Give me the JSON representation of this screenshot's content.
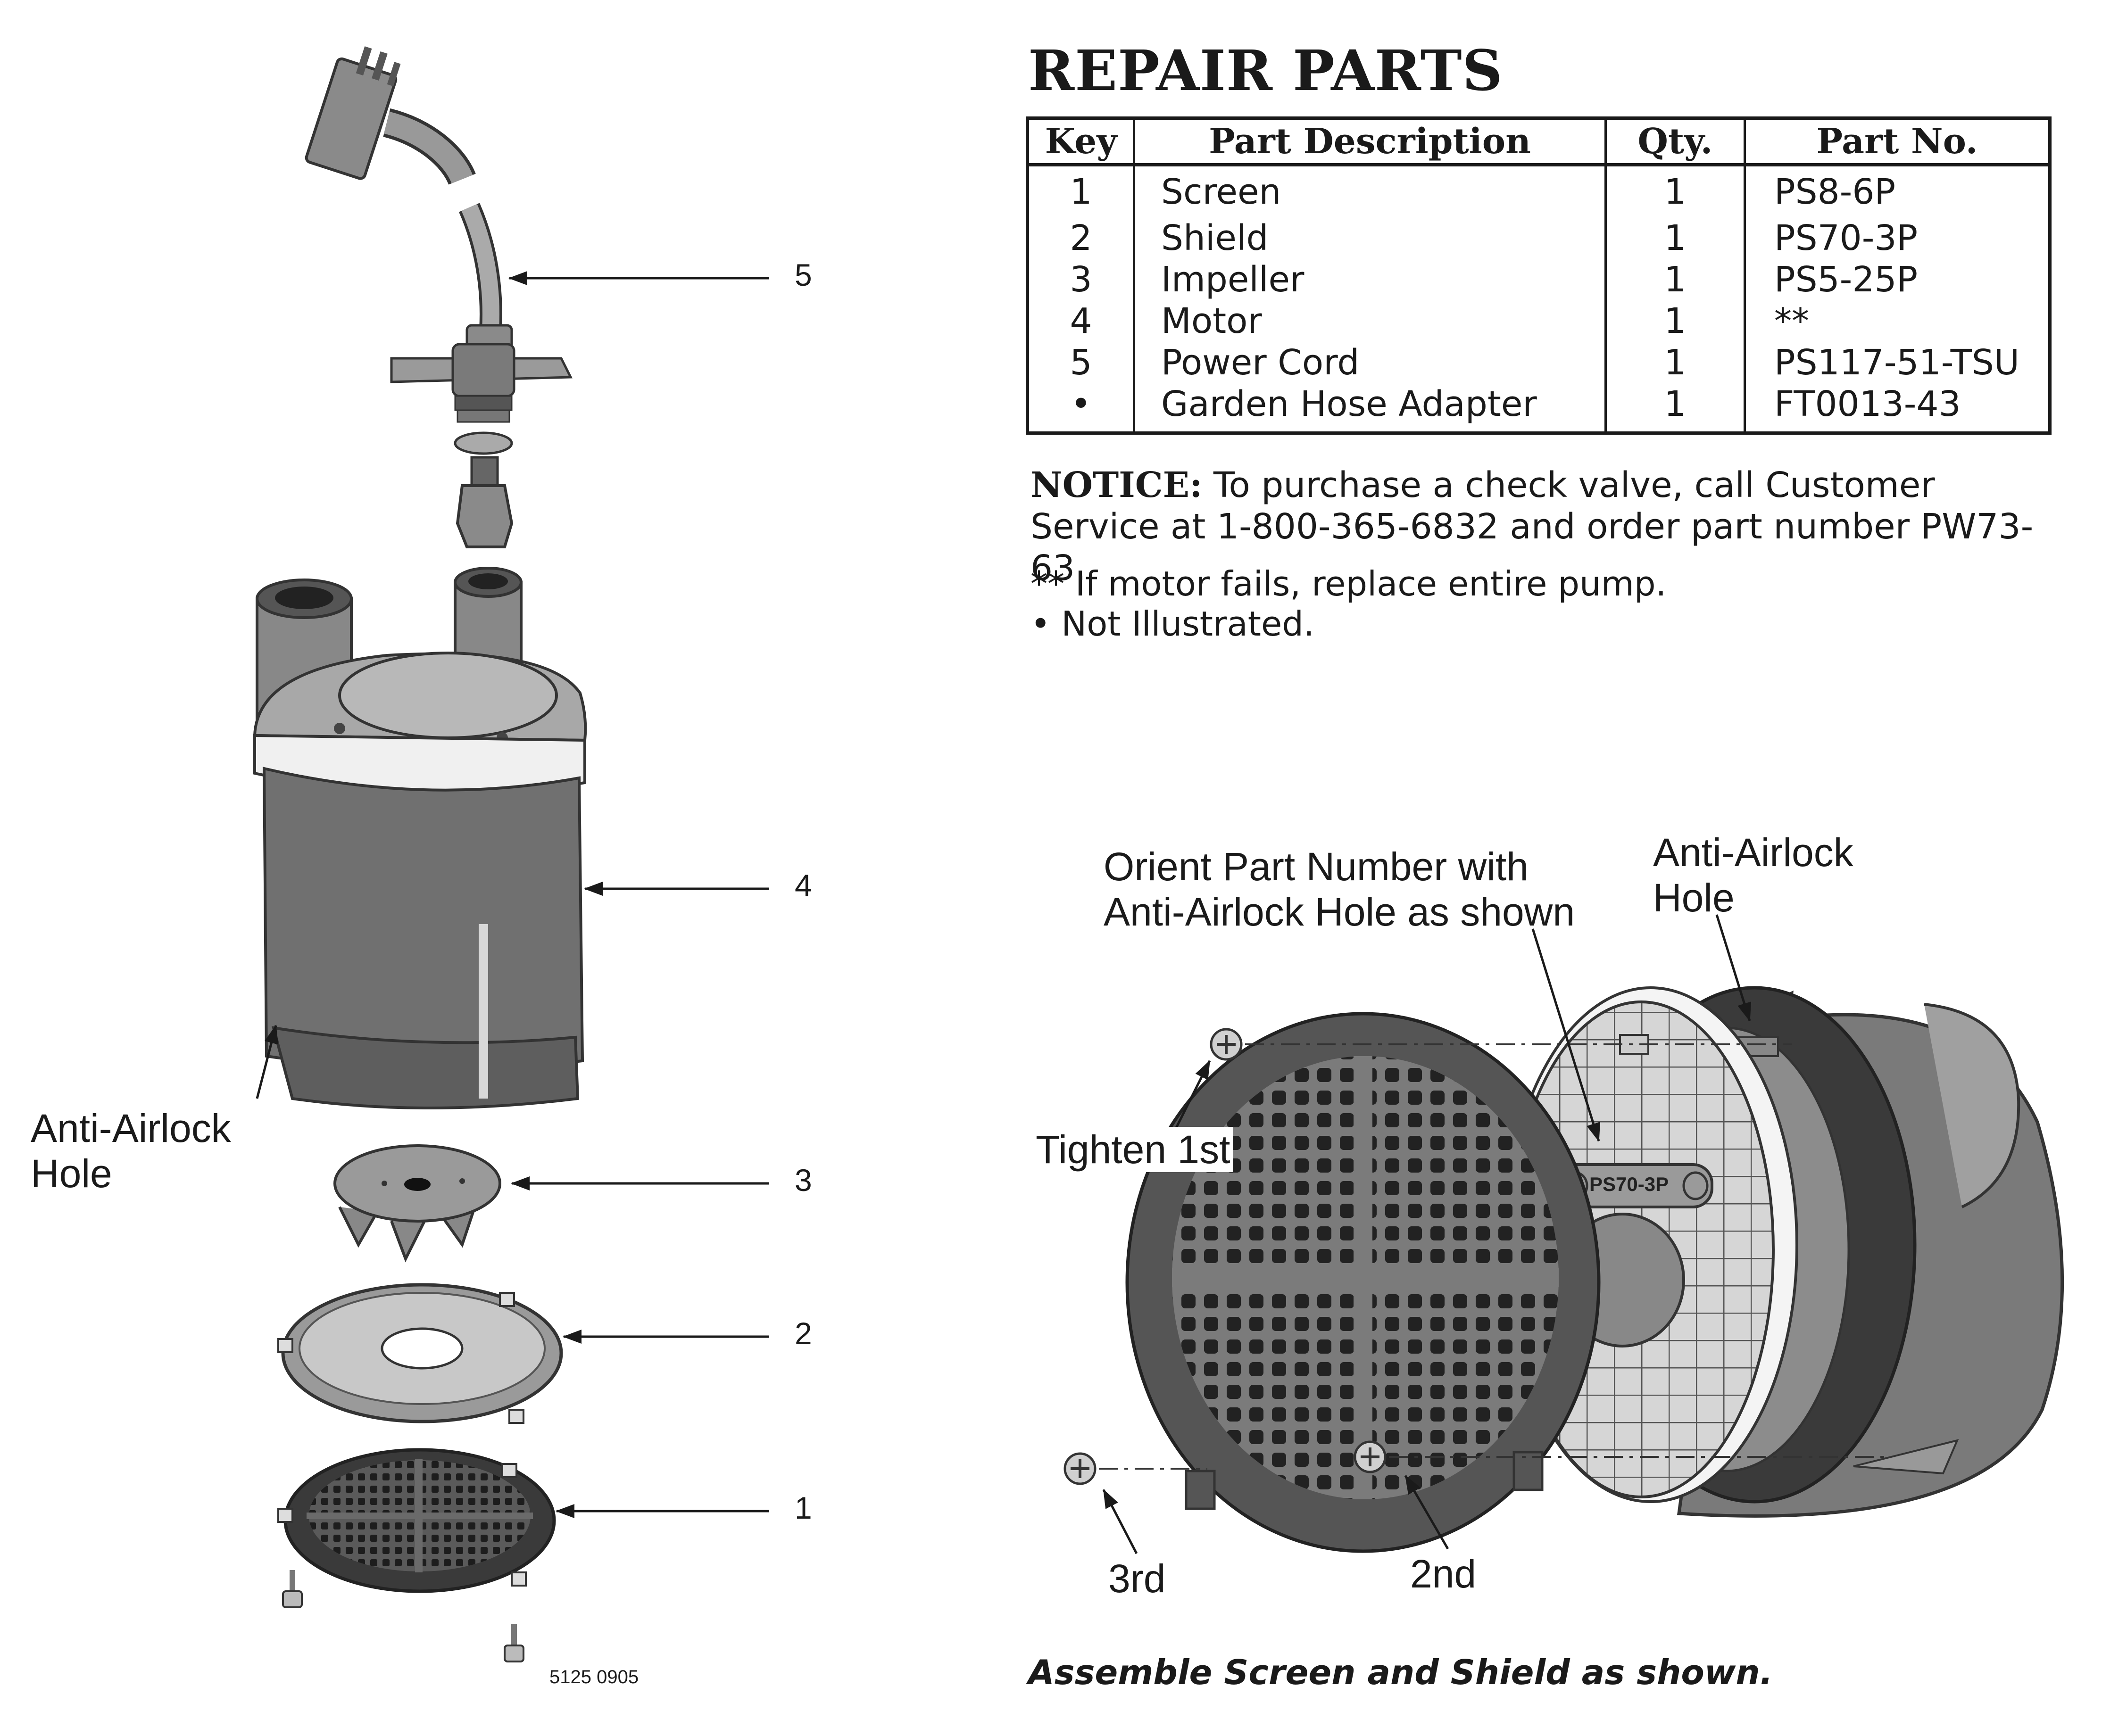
{
  "title": "REPAIR PARTS",
  "table": {
    "headers": [
      "Key",
      "Part Description",
      "Qty.",
      "Part No."
    ],
    "rows": [
      {
        "key": "1",
        "description": "Screen",
        "qty": "1",
        "part_no": "PS8-6P"
      },
      {
        "key": "2",
        "description": "Shield",
        "qty": "1",
        "part_no": "PS70-3P"
      },
      {
        "key": "3",
        "description": "Impeller",
        "qty": "1",
        "part_no": "PS5-25P"
      },
      {
        "key": "4",
        "description": "Motor",
        "qty": "1",
        "part_no": "**"
      },
      {
        "key": "5",
        "description": "Power Cord",
        "qty": "1",
        "part_no": "PS117-51-TSU"
      },
      {
        "key": "•",
        "description": "Garden Hose Adapter",
        "qty": "1",
        "part_no": "FT0013-43"
      }
    ]
  },
  "notice": {
    "label": "NOTICE:",
    "text": " To purchase a check valve, call Customer Service at 1-800-365-6832 and order part number PW73-63."
  },
  "footnotes": {
    "motor": "** If motor fails, replace entire pump.",
    "not_illustrated": "• Not Illustrated."
  },
  "exploded_view": {
    "callouts": {
      "cord": "5",
      "motor": "4",
      "impeller": "3",
      "shield": "2",
      "screen": "1"
    },
    "airlock_label_line1": "Anti-Airlock",
    "airlock_label_line2": "Hole",
    "drawing_code": "5125 0905"
  },
  "assembly_view": {
    "orient_line1": "Orient Part Number with",
    "orient_line2": "Anti-Airlock Hole as shown",
    "airlock_line1": "Anti-Airlock",
    "airlock_line2": "Hole",
    "tighten_first": "Tighten 1st",
    "second": "2nd",
    "third": "3rd",
    "shield_part_label": "PS70-3P",
    "caption": "Assemble Screen and Shield as shown."
  }
}
